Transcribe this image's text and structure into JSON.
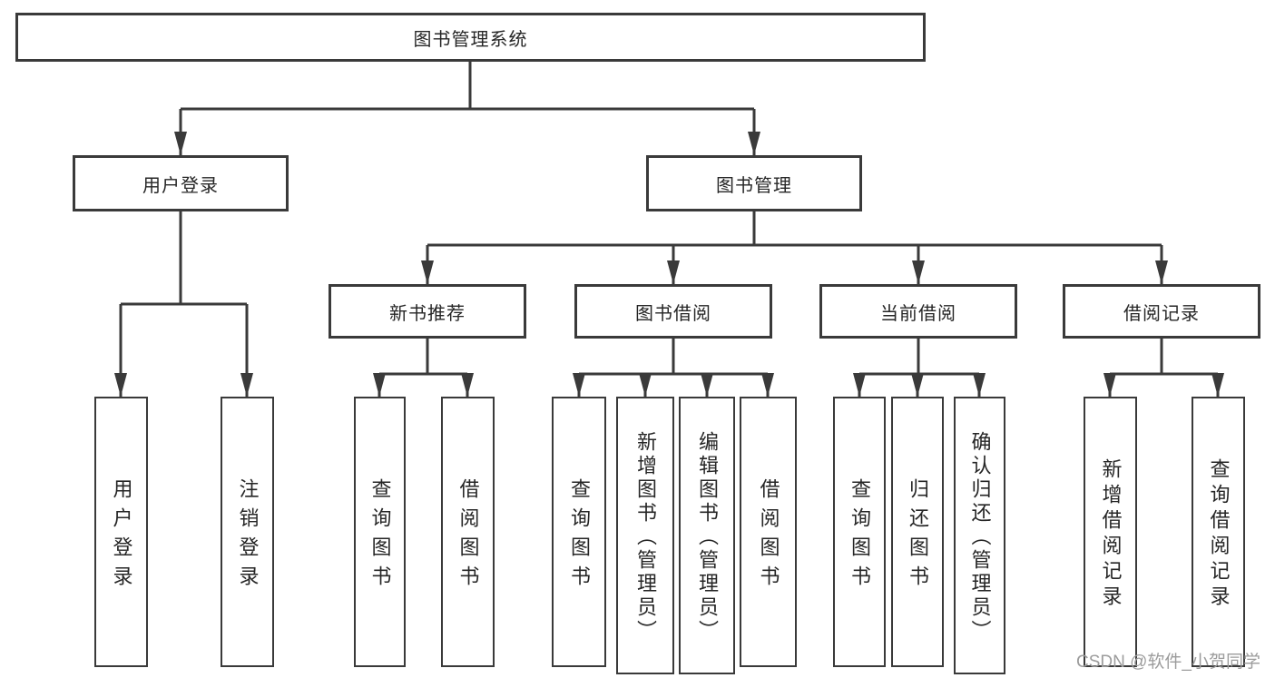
{
  "diagram": {
    "root": {
      "label": "图书管理系统"
    },
    "level2": {
      "user_login": {
        "label": "用户登录"
      },
      "book_mgmt": {
        "label": "图书管理"
      }
    },
    "level3": {
      "new_book_rec": {
        "label": "新书推荐"
      },
      "book_borrow": {
        "label": "图书借阅"
      },
      "current_borrow": {
        "label": "当前借阅"
      },
      "borrow_records": {
        "label": "借阅记录"
      }
    },
    "leaves": {
      "user_login": {
        "label": "用户登录"
      },
      "logout": {
        "label": "注销登录"
      },
      "rec_query_books": {
        "label": "查询图书"
      },
      "rec_borrow_books": {
        "label": "借阅图书"
      },
      "bb_query_books": {
        "label": "查询图书"
      },
      "bb_add_book_admin": {
        "label": "新增图书（管理员）"
      },
      "bb_edit_book_admin": {
        "label": "编辑图书（管理员）"
      },
      "bb_borrow_books": {
        "label": "借阅图书"
      },
      "cb_query_books": {
        "label": "查询图书"
      },
      "cb_return_books": {
        "label": "归还图书"
      },
      "cb_confirm_return_admin": {
        "label": "确认归还（管理员）"
      },
      "br_add_record": {
        "label": "新增借阅记录"
      },
      "br_query_record": {
        "label": "查询借阅记录"
      }
    },
    "watermark": "CSDN @软件_小贺同学",
    "colors": {
      "line": "#3a3a3a",
      "text": "#262626",
      "box_bg": "#ffffff",
      "watermark": "#9c9c9c"
    }
  }
}
